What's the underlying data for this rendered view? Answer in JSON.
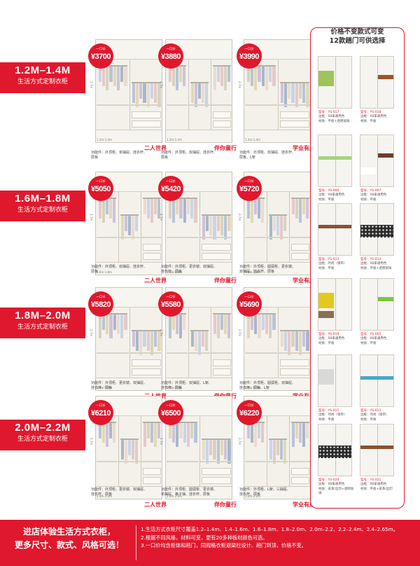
{
  "size_sections": [
    {
      "range": "1.2M–1.4M",
      "sub": "生活方式定制衣柜"
    },
    {
      "range": "1.6M–1.8M",
      "sub": "生活方式定制衣柜"
    },
    {
      "range": "1.8M–2.0M",
      "sub": "生活方式定制衣柜"
    },
    {
      "range": "2.0M–2.2M",
      "sub": "生活方式定制衣柜"
    }
  ],
  "price_unit": "一口价",
  "rows": [
    [
      {
        "price": "¥3700",
        "tag": "",
        "dim_w": "1.2m-1.4m",
        "dim_h": "2.7m"
      },
      {
        "price": "¥3880",
        "tag": "",
        "dim_w": "1.2m-1.4m",
        "dim_h": "2.7m"
      },
      {
        "price": "¥3990",
        "tag": "",
        "dim_w": "1.2m-1.4m",
        "dim_h": "2.7m"
      }
    ],
    [
      {
        "price": "¥5050",
        "tag": "",
        "dim_w": "1.6m-1.8m",
        "dim_h": "2.7m"
      },
      {
        "price": "¥5420",
        "tag": "",
        "dim_w": "1.6m-1.8m",
        "dim_h": "2.7m"
      },
      {
        "price": "¥5720",
        "tag": "",
        "dim_w": "1.6m-1.8m",
        "dim_h": "2.7m"
      }
    ],
    [
      {
        "price": "¥5820",
        "tag": "",
        "dim_w": "1.8m-2.0m",
        "dim_h": "2.7m"
      },
      {
        "price": "¥5580",
        "tag": "",
        "dim_w": "1.8m-2.0m",
        "dim_h": "2.7m"
      },
      {
        "price": "¥5690",
        "tag": "",
        "dim_w": "1.8m-2.0m",
        "dim_h": "2.7m"
      }
    ],
    [
      {
        "price": "¥6210",
        "tag": "",
        "dim_w": "2.0m-2.2m",
        "dim_h": "2.7m"
      },
      {
        "price": "¥6500",
        "tag": "",
        "dim_w": "2.0m-2.2m",
        "dim_h": "2.7m"
      },
      {
        "price": "¥6220",
        "tag": "",
        "dim_w": "2.0m-2.2m",
        "dim_h": "2.7m"
      }
    ]
  ],
  "taglines": [
    "二人世界",
    "伴你童行",
    "学业有成"
  ],
  "functions": [
    [
      "功能件：外顶柜、单抽屉、挂衣杆、\n层板",
      "功能件：外顶柜、双抽屉、挂衣杆、\n层板",
      "功能件：外顶柜、双抽屉、挂衣杆、\n层板、L架"
    ],
    [
      "功能件：外顶柜、双抽屉、挂衣杆、\n层板",
      "功能件：外顶柜、更衣镜、双抽屉、\n挂衣杆、层板",
      "功能件：外顶柜、圆弧柜、更衣镜、\n双抽屉、挂衣杆、层板"
    ],
    [
      "功能件：外顶柜、更衣镜、双抽屉、\n挂衣杆、层板",
      "功能件：外顶柜、双抽屉、L架、\n挂衣杆、层板",
      "功能件：外顶柜、圆弧柜、双抽屉、\n挂衣杆、层板、L架"
    ],
    [
      "功能件：外顶柜、更衣镜、双抽屉、\n挂衣杆、层板",
      "功能件：外顶柜、圆弧柜、更衣镜、\n单抽屉、格子抽、挂衣杆、层板",
      "功能件：外顶柜、L架、三抽屉、\n挂衣杆、层板"
    ]
  ],
  "panel": {
    "title_line1": "价格不变款式可变",
    "title_line2": "12款趟门可供选择"
  },
  "doors": [
    {
      "model": "型号：YS-017",
      "line2": "边框：08拿通用色",
      "line3": "材质：平板+透明玻璃"
    },
    {
      "model": "型号：YS-018",
      "line2": "边框：08拿通用色",
      "line3": "材质：平板"
    },
    {
      "model": "型号：YS-006",
      "line2": "边框：08拿通用色",
      "line3": "材质：平板"
    },
    {
      "model": "型号：YS-007",
      "line2": "边框：08拿通用色",
      "line3": "材质：平板"
    },
    {
      "model": "型号：YS-013",
      "line2": "边框：时尚（银带）",
      "line3": "材质：平板"
    },
    {
      "model": "型号：YS-014",
      "line2": "边框：08拿通用色",
      "line3": "材质：平板+透明玻璃"
    },
    {
      "model": "型号：YS-019",
      "line2": "边框：08拿通用色",
      "line3": "材质：平板"
    },
    {
      "model": "型号：YS-005",
      "line2": "边框：08拿通用色",
      "line3": "材质：平板"
    },
    {
      "model": "型号：YS-011",
      "line2": "边框：时尚（银带）",
      "line3": "材质：平板"
    },
    {
      "model": "型号：YS-012",
      "line2": "边框：时尚（银带）",
      "line3": "材质：平板"
    },
    {
      "model": "型号：YS-020",
      "line2": "边框：08拿通用色",
      "line3": "材质：皮革/丝印+透明玻璃"
    },
    {
      "model": "型号：YS-021",
      "line2": "边框：08拿通用色",
      "line3": "材质：平板+皮革/丝印"
    }
  ],
  "door_colors": [
    {
      "band": "#9dc45a",
      "band2": "",
      "style": "left"
    },
    {
      "band": "#a0502a",
      "band2": "",
      "style": "right"
    },
    {
      "band": "#a8d27c",
      "band2": "",
      "style": "both"
    },
    {
      "band": "#6b3d2a",
      "band2": "#ffffff",
      "style": "right"
    },
    {
      "band": "#8a5231",
      "band2": "",
      "style": "both"
    },
    {
      "band": "#2b2b2b",
      "band2": "",
      "style": "pattern"
    },
    {
      "band": "#e3c81f",
      "band2": "#8c6e53",
      "style": "left"
    },
    {
      "band": "#7ec642",
      "band2": "",
      "style": "right"
    },
    {
      "band": "#d9d9d9",
      "band2": "",
      "style": "left"
    },
    {
      "band": "#47a9c9",
      "band2": "",
      "style": "both"
    },
    {
      "band": "#2a2a2a",
      "band2": "",
      "style": "pattern"
    },
    {
      "band": "#8a5231",
      "band2": "",
      "style": "both"
    }
  ],
  "footer": {
    "line1": "进店体验生活方式衣柜，",
    "line2": "更多尺寸、款式、风格可选！",
    "note1": "1.生活方式衣柜尺寸覆盖1.2–1.4m、1.4–1.6m、1.6–1.8m、1.8–2.0m、2.0m–2.2、2.2–2.4m、2.4–2.65m。",
    "note2": "2.根据不同风格，材料可变，更有20多种板材颜色可选。",
    "note3": "3.一口价均含柜体和趟门，同规格衣柜避梁柱设计、趟门到顶，价格不变。"
  },
  "colors": {
    "accent": "#e0182d"
  }
}
